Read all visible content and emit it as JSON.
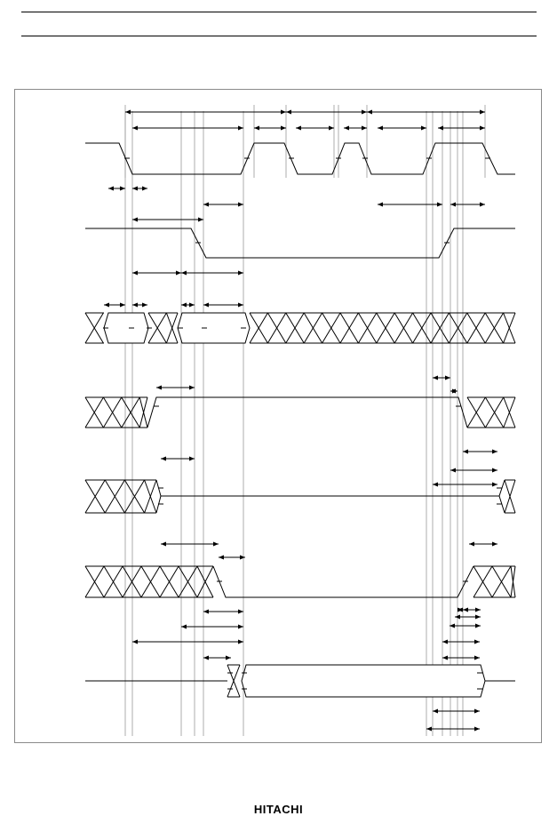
{
  "footer": {
    "logo_text": "HITACHI"
  },
  "diagram": {
    "type": "timing-diagram",
    "colors": {
      "line": "#000000",
      "guide": "#9a9a9a",
      "frame": "#8a8a8a"
    },
    "signals": [
      {
        "id": "clock",
        "kind": "clock-waveform"
      },
      {
        "id": "strobe",
        "kind": "level-waveform"
      },
      {
        "id": "bus-1",
        "kind": "bus-waveform"
      },
      {
        "id": "bus-2",
        "kind": "bus-waveform"
      },
      {
        "id": "bus-3",
        "kind": "bus-waveform"
      },
      {
        "id": "bus-4",
        "kind": "bus-waveform"
      },
      {
        "id": "data",
        "kind": "data-waveform"
      }
    ]
  }
}
